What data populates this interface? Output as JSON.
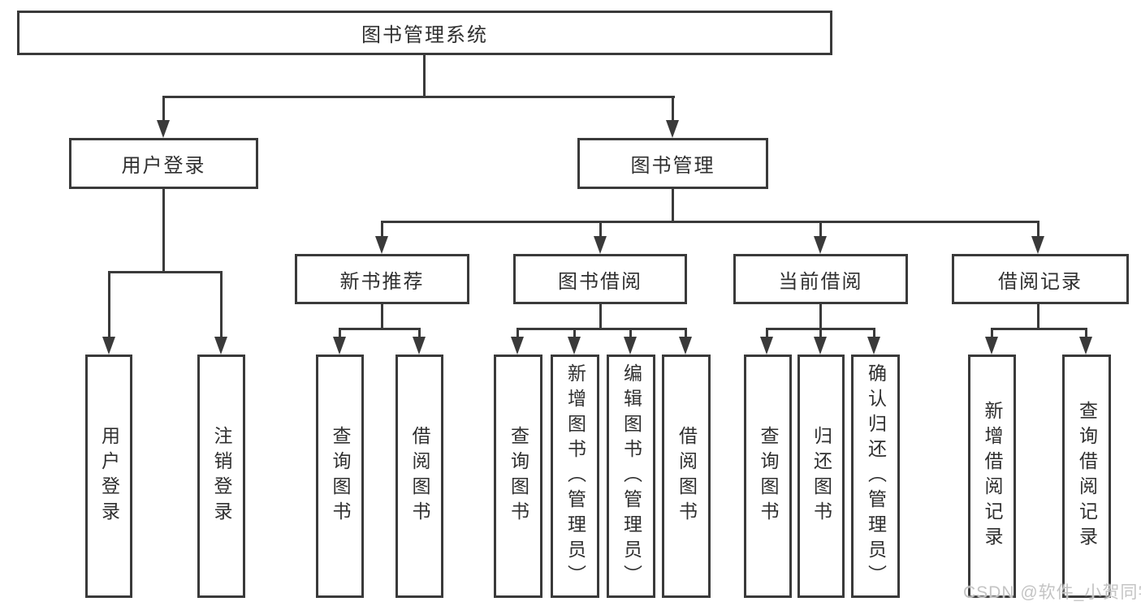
{
  "diagram": {
    "root": {
      "label": "图书管理系统"
    },
    "branches": [
      {
        "label": "用户登录",
        "children": [
          {
            "label": "用户登录"
          },
          {
            "label": "注销登录"
          }
        ]
      },
      {
        "label": "图书管理",
        "children": [
          {
            "label": "新书推荐",
            "children": [
              {
                "label": "查询图书"
              },
              {
                "label": "借阅图书"
              }
            ]
          },
          {
            "label": "图书借阅",
            "children": [
              {
                "label": "查询图书"
              },
              {
                "label": "新增图书（管理员）"
              },
              {
                "label": "编辑图书（管理员）"
              },
              {
                "label": "借阅图书"
              }
            ]
          },
          {
            "label": "当前借阅",
            "children": [
              {
                "label": "查询图书"
              },
              {
                "label": "归还图书"
              },
              {
                "label": "确认归还（管理员）"
              }
            ]
          },
          {
            "label": "借阅记录",
            "children": [
              {
                "label": "新增借阅记录"
              },
              {
                "label": "查询借阅记录"
              }
            ]
          }
        ]
      }
    ]
  },
  "watermark": {
    "text": "CSDN @软件_小贺同学"
  },
  "colors": {
    "line": "#3a3a3a",
    "text": "#2f2f2f",
    "box_fill": "#ffffff",
    "watermark": "#c4c4c4",
    "background": "#ffffff"
  }
}
